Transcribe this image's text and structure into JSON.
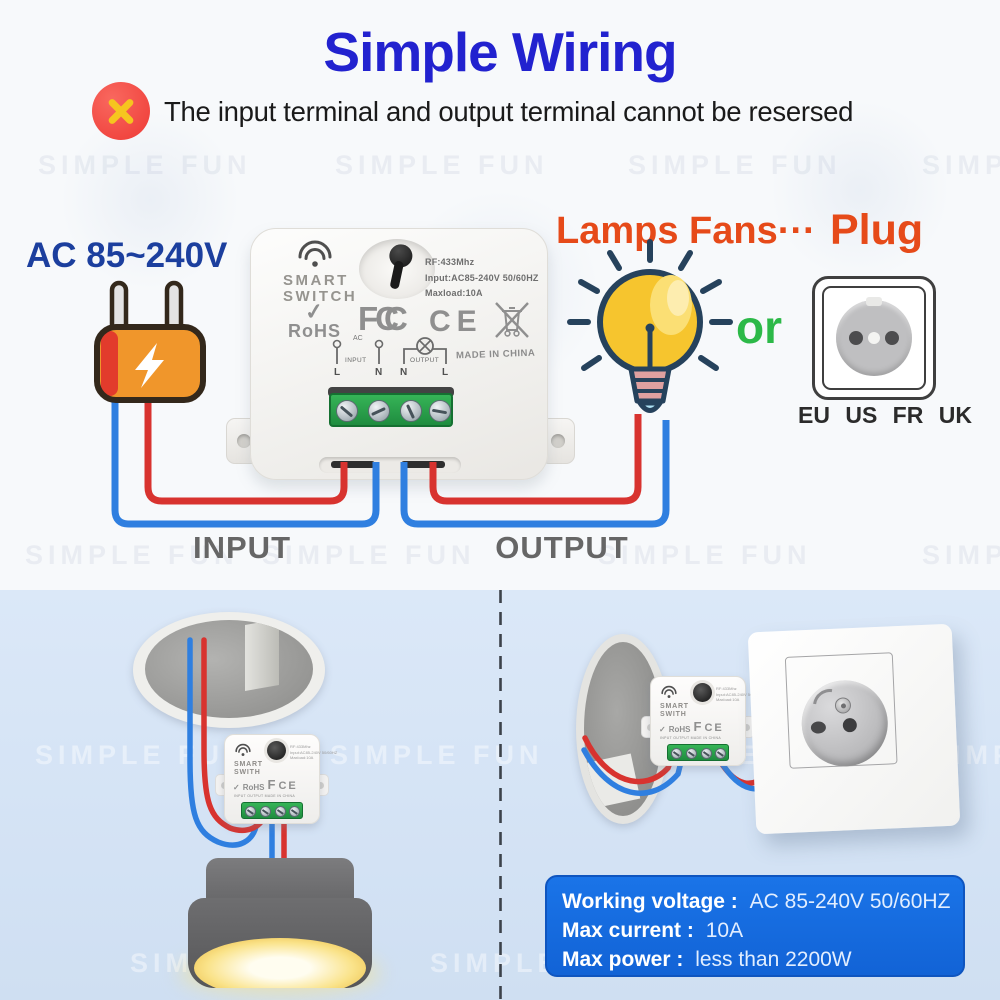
{
  "title": "Simple Wiring",
  "warning": {
    "icon": "x-circle-icon",
    "text": "The input terminal and output terminal cannot be resersed"
  },
  "input_side": {
    "voltage": "AC 85~240V",
    "label": "INPUT"
  },
  "output_side": {
    "loads": "Lamps Fans···",
    "plug": "Plug",
    "or": "or",
    "plug_types": "EU  US  FR  UK",
    "label": "OUTPUT"
  },
  "device": {
    "brand_top": "SMART",
    "brand_bottom": "SWITCH",
    "spec_rf": "RF:433Mhz",
    "spec_input": "Input:AC85-240V 50/60HZ",
    "spec_maxload": "Maxload:10A",
    "cert_check": "✓",
    "cert_rohs": "RoHS",
    "fcc_letters": [
      "F",
      "C",
      "C"
    ],
    "cert_ce": "CE",
    "ac": "AC",
    "schematic_input": "INPUT",
    "schematic_output": "OUTPUT",
    "terminals": [
      "L",
      "N",
      "N",
      "L"
    ],
    "made_in": "MADE IN CHINA"
  },
  "mini_device": {
    "brand_top": "SMART",
    "brand_bottom": "SWITH"
  },
  "info_box": {
    "rows": [
      {
        "label": "Working voltage :",
        "value": "AC 85-240V 50/60HZ"
      },
      {
        "label": "Max current :",
        "value": "10A"
      },
      {
        "label": "Max power :",
        "value": "less than 2200W"
      }
    ]
  },
  "watermark": "SIMPLE FUN",
  "colors": {
    "title_blue": "#2222cf",
    "warning_red": "#ee3a35",
    "warning_x_yellow": "#f6c51f",
    "voltage_navy": "#1c3f9e",
    "accent_orange": "#e64a19",
    "or_green": "#2cb948",
    "wire_red": "#d8332f",
    "wire_blue": "#2f7fe0",
    "terminal_green": "#2fa84f",
    "plug_orange": "#f0962b",
    "info_box_blue": "#1467dd",
    "bottom_bg": "#d6e4f6"
  }
}
